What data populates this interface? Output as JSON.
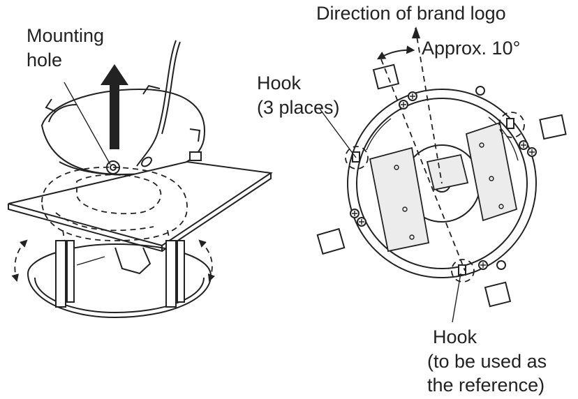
{
  "labels": {
    "mounting_hole_l1": "Mounting",
    "mounting_hole_l2": "hole",
    "direction_brand_logo": "Direction of brand logo",
    "approx_angle": "Approx. 10°",
    "hook_3_l1": "Hook",
    "hook_3_l2": "(3 places)",
    "hook_ref_l1": "Hook",
    "hook_ref_l2": "(to be used as",
    "hook_ref_l3": "the reference)"
  },
  "colors": {
    "line": "#222222",
    "background": "#ffffff",
    "plate": "#ececec"
  },
  "icons": [
    "up-arrow-icon",
    "rotate-arrow-icon",
    "screw-icon"
  ]
}
